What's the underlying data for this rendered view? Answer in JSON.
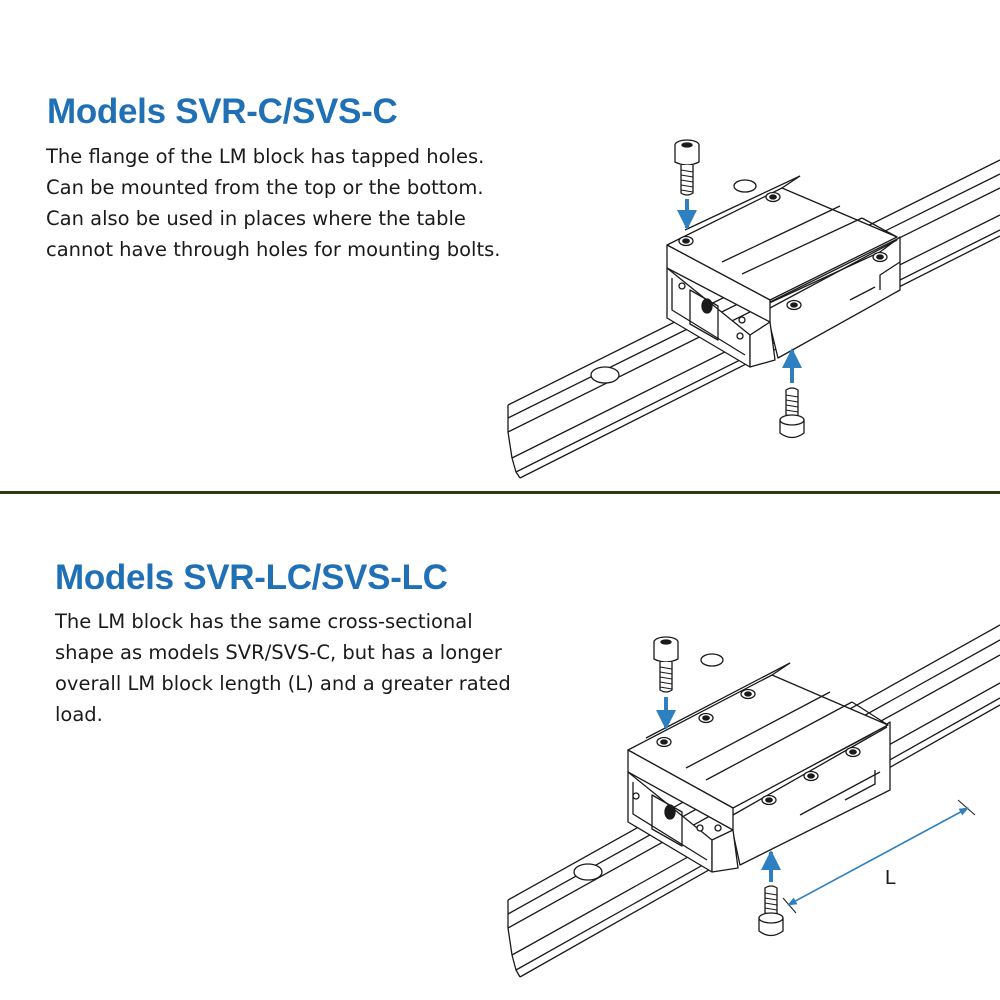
{
  "colors": {
    "title": "#1f70b5",
    "arrow": "#2f80c0",
    "divider": "#2e3a14",
    "line": "#1a1a1a"
  },
  "section_c": {
    "title": "Models SVR-C/SVS-C",
    "lines": [
      "The flange of the LM block has tapped holes.",
      "Can be mounted from the top or the bottom.",
      "Can also be used in places where the table",
      "cannot have through holes for mounting bolts."
    ]
  },
  "section_lc": {
    "title": "Models SVR-LC/SVS-LC",
    "lines": [
      "The LM block has the same cross-sectional",
      "shape as models SVR/SVS-C, but has a longer",
      "overall LM block length (L) and a greater rated",
      "load."
    ],
    "dimension_label": "L"
  }
}
